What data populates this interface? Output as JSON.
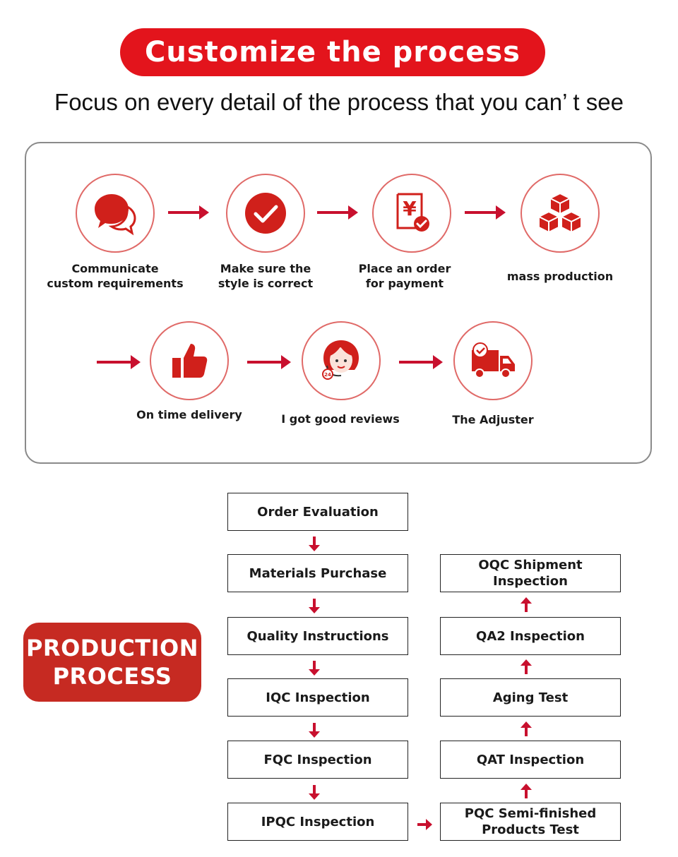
{
  "header": {
    "title": "Customize the process",
    "subtitle": "Focus on every detail of the process that you can’ t see"
  },
  "customize_steps": [
    {
      "icon": "speech-bubbles-icon",
      "line1": "Communicate",
      "line2": "custom requirements"
    },
    {
      "icon": "check-circle-icon",
      "line1": "Make sure the",
      "line2": "style is correct"
    },
    {
      "icon": "yuan-receipt-icon",
      "line1": "Place an order",
      "line2": "for payment"
    },
    {
      "icon": "boxes-icon",
      "line1": "mass production",
      "line2": ""
    },
    {
      "icon": "thumbs-up-icon",
      "line1": "On time delivery",
      "line2": ""
    },
    {
      "icon": "customer-service-icon",
      "line1": "I got good reviews",
      "line2": ""
    },
    {
      "icon": "delivery-truck-icon",
      "line1": "The Adjuster",
      "line2": ""
    }
  ],
  "production": {
    "badge_line1": "PRODUCTION",
    "badge_line2": "PROCESS",
    "left_column": [
      {
        "line1": "Order Evaluation",
        "line2": ""
      },
      {
        "line1": "Materials Purchase",
        "line2": ""
      },
      {
        "line1": "Quality Instructions",
        "line2": ""
      },
      {
        "line1": "IQC Inspection",
        "line2": ""
      },
      {
        "line1": "FQC Inspection",
        "line2": ""
      },
      {
        "line1": "IPQC Inspection",
        "line2": ""
      }
    ],
    "right_column": [
      {
        "line1": "OQC Shipment",
        "line2": "Inspection"
      },
      {
        "line1": "QA2 Inspection",
        "line2": ""
      },
      {
        "line1": "Aging Test",
        "line2": ""
      },
      {
        "line1": "QAT Inspection",
        "line2": ""
      },
      {
        "line1": "PQC Semi-finished",
        "line2": "Products Test"
      }
    ]
  },
  "colors": {
    "accent": "#e3141c",
    "badge": "#c62a22",
    "arrow": "#c8102e",
    "circle_border": "#e06a68"
  }
}
